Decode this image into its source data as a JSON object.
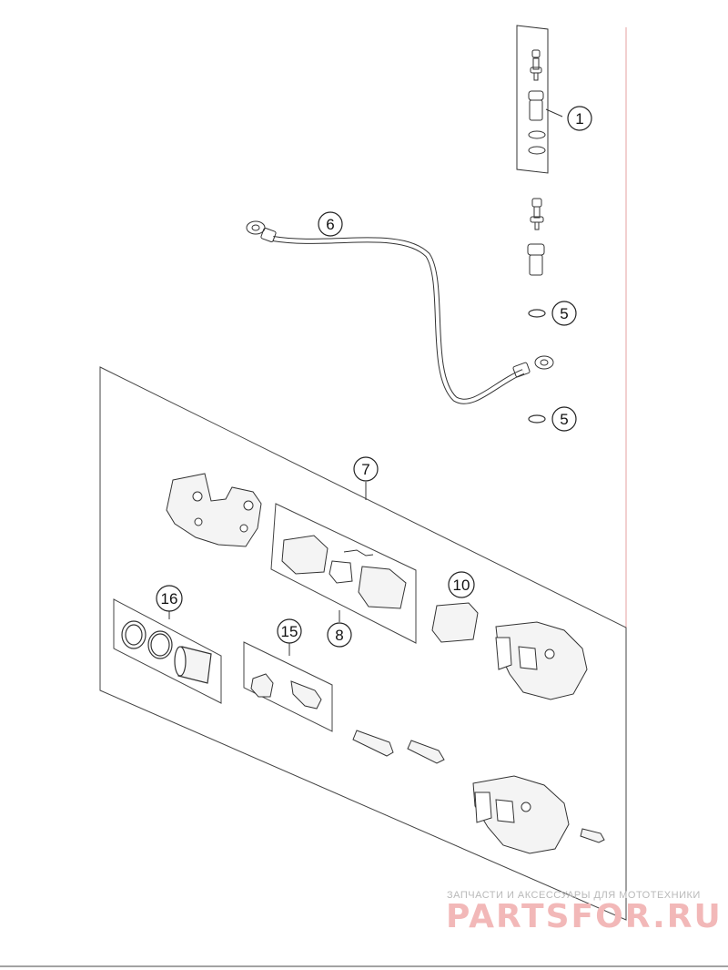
{
  "callouts": {
    "c1": "1",
    "c5a": "5",
    "c5b": "5",
    "c6": "6",
    "c7": "7",
    "c8": "8",
    "c10": "10",
    "c15": "15",
    "c16": "16"
  },
  "watermark": {
    "tagline": "ЗАПЧАСТИ И АКСЕССУАРЫ ДЛЯ МОТОТЕХНИКИ",
    "brand": "PARTSFOR.RU"
  },
  "colors": {
    "line": "#333333",
    "watermark_red": "#f2b8b8",
    "watermark_gray": "#b9b9b9",
    "edge_red": "#e6a0a0"
  }
}
